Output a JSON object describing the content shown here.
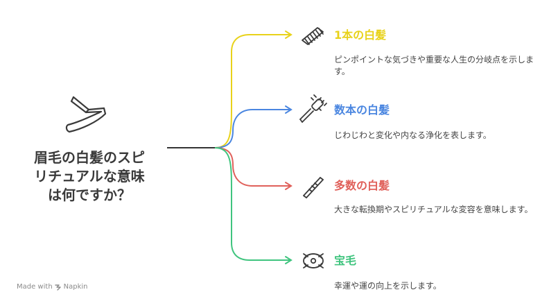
{
  "central": {
    "lines": [
      "眉毛の白髪のスピ",
      "リチュアルな意味",
      "は何ですか？"
    ],
    "icon": "razor-icon"
  },
  "branches": [
    {
      "title": "1本の白髪",
      "desc": "ピンポイントな気づきや重要な人生の分岐点を示します。",
      "color": "#e8d21a",
      "icon": "comb-icon"
    },
    {
      "title": "数本の白髪",
      "desc": "じわじわと変化や内なる浄化を表します。",
      "color": "#4a86e0",
      "icon": "brush-icon"
    },
    {
      "title": "多数の白髪",
      "desc": "大きな転換期やスピリチュアルな変容を意味します。",
      "color": "#e0605a",
      "icon": "fine-comb-icon"
    },
    {
      "title": "宝毛",
      "desc": "幸運や運の向上を示します。",
      "color": "#3fc47e",
      "icon": "shell-icon"
    }
  ],
  "footer": {
    "made_with": "Made with",
    "brand": "Napkin"
  }
}
